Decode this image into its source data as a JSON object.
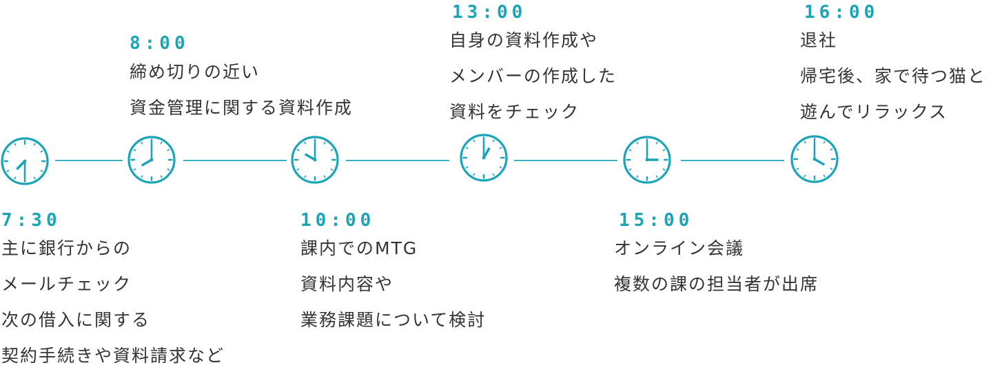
{
  "accent_color": "#1aa4b8",
  "events": [
    {
      "time": "7:30",
      "hour": 7,
      "minute": 30,
      "lines": [
        "主に銀行からの",
        "メールチェック",
        "次の借入に関する",
        "契約手続きや資料請求など"
      ]
    },
    {
      "time": "8:00",
      "hour": 8,
      "minute": 0,
      "lines": [
        "締め切りの近い",
        "資金管理に関する資料作成"
      ]
    },
    {
      "time": "10:00",
      "hour": 10,
      "minute": 0,
      "lines": [
        "課内でのMTG",
        "資料内容や",
        "業務課題について検討"
      ]
    },
    {
      "time": "13:00",
      "hour": 13,
      "minute": 0,
      "lines": [
        "自身の資料作成や",
        "メンバーの作成した",
        "資料をチェック"
      ]
    },
    {
      "time": "15:00",
      "hour": 15,
      "minute": 0,
      "lines": [
        "オンライン会議",
        "複数の課の担当者が出席"
      ]
    },
    {
      "time": "16:00",
      "hour": 16,
      "minute": 0,
      "lines": [
        "退社",
        "帰宅後、家で待つ猫と",
        "遊んでリラックス"
      ]
    }
  ]
}
